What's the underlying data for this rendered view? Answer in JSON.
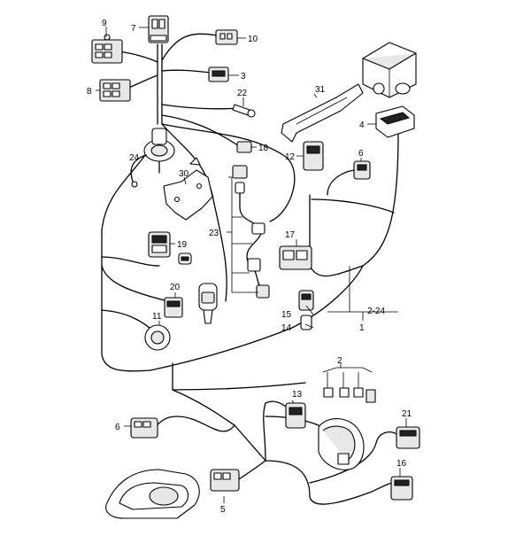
{
  "callouts": {
    "c1": "1",
    "c2": "2",
    "c2_24": "2-24",
    "c3": "3",
    "c4": "4",
    "c5": "5",
    "c6a": "6",
    "c6b": "6",
    "c7": "7",
    "c8": "8",
    "c9": "9",
    "c10": "10",
    "c11": "11",
    "c12": "12",
    "c13": "13",
    "c14": "14",
    "c15": "15",
    "c16": "16",
    "c17": "17",
    "c18": "18",
    "c19": "19",
    "c20": "20",
    "c21": "21",
    "c22": "22",
    "c23": "23",
    "c24": "24",
    "c30": "30",
    "c31": "31"
  }
}
